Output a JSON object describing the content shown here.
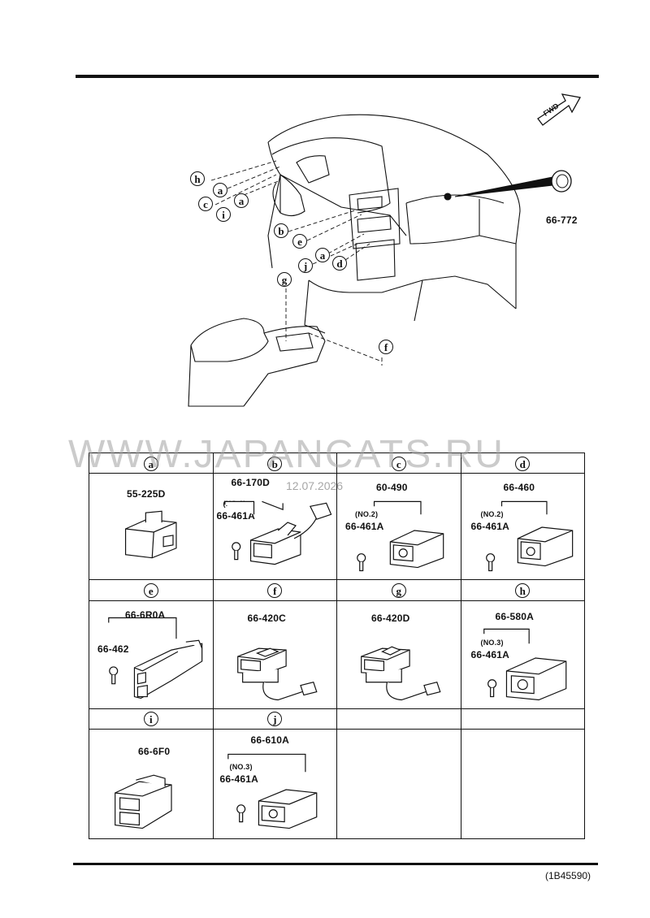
{
  "top_diagram": {
    "fwd_label": "FWD",
    "callouts": [
      "h",
      "a",
      "c",
      "i",
      "a",
      "b",
      "e",
      "a",
      "j",
      "d",
      "g",
      "f"
    ],
    "part_number": "66-772"
  },
  "watermark": {
    "text": "WWW.JAPANCATS.RU",
    "date": "12.07.2026"
  },
  "cells": {
    "a": {
      "letter": "a",
      "part": "55-225D"
    },
    "b": {
      "letter": "b",
      "part": "66-170D",
      "note": "(NO.1)",
      "sub_part": "66-461A"
    },
    "c": {
      "letter": "c",
      "part": "60-490",
      "note": "(NO.2)",
      "sub_part": "66-461A"
    },
    "d": {
      "letter": "d",
      "part": "66-460",
      "note": "(NO.2)",
      "sub_part": "66-461A"
    },
    "e": {
      "letter": "e",
      "part": "66-6R0A",
      "sub_part": "66-462"
    },
    "f": {
      "letter": "f",
      "part": "66-420C"
    },
    "g": {
      "letter": "g",
      "part": "66-420D"
    },
    "h": {
      "letter": "h",
      "part": "66-580A",
      "note": "(NO.3)",
      "sub_part": "66-461A"
    },
    "i": {
      "letter": "i",
      "part": "66-6F0"
    },
    "j": {
      "letter": "j",
      "part": "66-610A",
      "note": "(NO.3)",
      "sub_part": "66-461A"
    }
  },
  "footer": {
    "code": "(1B45590)"
  }
}
